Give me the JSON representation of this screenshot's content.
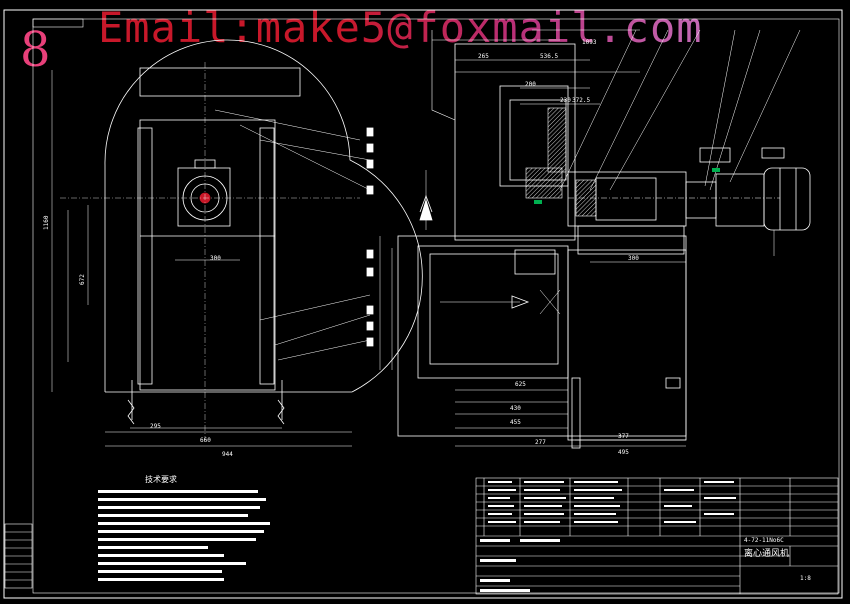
{
  "watermark": "Email:make5@foxmail.com",
  "sheet_number": "8",
  "tech_requirements_title": "技术要求",
  "title_block": {
    "name": "离心通风机",
    "model": "4-72-11No6C",
    "drawing_no": "1:8"
  },
  "colors": {
    "background": "#000000",
    "line": "#ffffff",
    "hatch": "#00b050",
    "watermark_red": "#c8182a",
    "watermark_magenta": "#c46ab6",
    "sheet_number": "#e8407a"
  },
  "dimensions": {
    "front_width_total": "944",
    "front_width_base": "660",
    "front_half": "295",
    "front_height": "1160",
    "front_center": "672",
    "shaft_width": "300",
    "side_top_a": "265",
    "side_top_b": "536.5",
    "side_top_c": "200",
    "side_top_d": "1093",
    "side_top_e": "230",
    "side_top_f": "372.5",
    "side_bottom_a": "430",
    "side_bottom_b": "455",
    "side_bottom_c": "277",
    "side_bottom_d": "377",
    "side_bottom_e": "495",
    "side_bottom_f": "625",
    "motor_width": "300"
  }
}
